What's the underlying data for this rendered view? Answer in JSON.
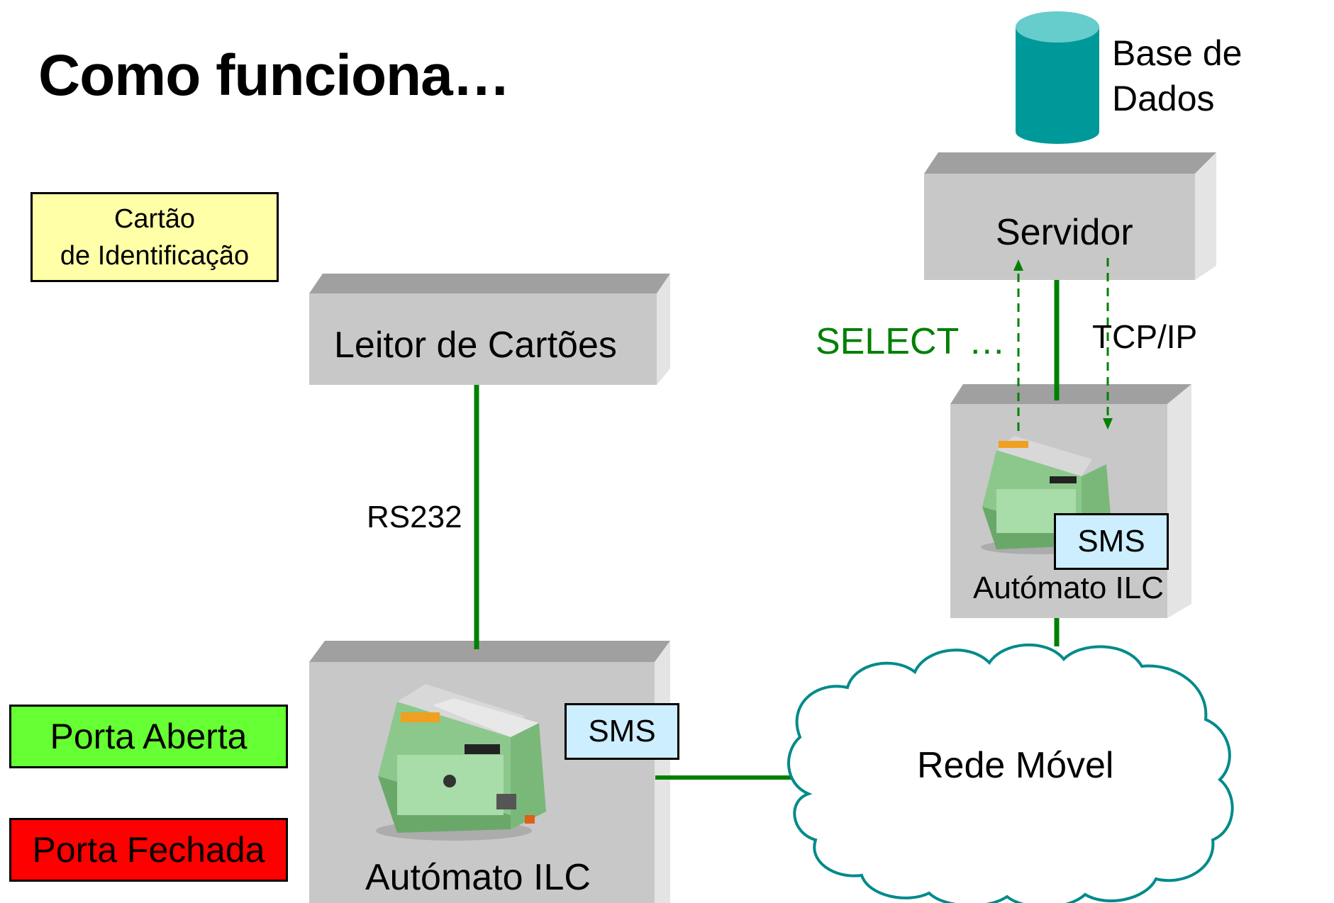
{
  "title": "Como funciona…",
  "card": {
    "line1": "Cartão",
    "line2": "de Identificação"
  },
  "reader": {
    "label": "Leitor de Cartões"
  },
  "link_rs232": "RS232",
  "plc_main": {
    "label": "Autómato ILC",
    "sms": "SMS"
  },
  "plc_server_side": {
    "label": "Autómato ILC",
    "sms": "SMS"
  },
  "server": {
    "label": "Servidor"
  },
  "database": {
    "line1": "Base de",
    "line2": "Dados"
  },
  "query": "SELECT …",
  "protocol": "TCP/IP",
  "network": {
    "label": "Rede Móvel"
  },
  "door_open": "Porta Aberta",
  "door_closed": "Porta Fechada",
  "colors": {
    "link": "#008000",
    "box_front": "#c8c8c8",
    "box_top": "#a0a0a0",
    "cloud_stroke": "#008a8a",
    "db_body": "#009999",
    "db_top": "#66cccc",
    "card_fill": "#ffffa8",
    "open_fill": "#66ff33",
    "closed_fill": "#ff0000",
    "sms_fill": "#cceeff"
  }
}
